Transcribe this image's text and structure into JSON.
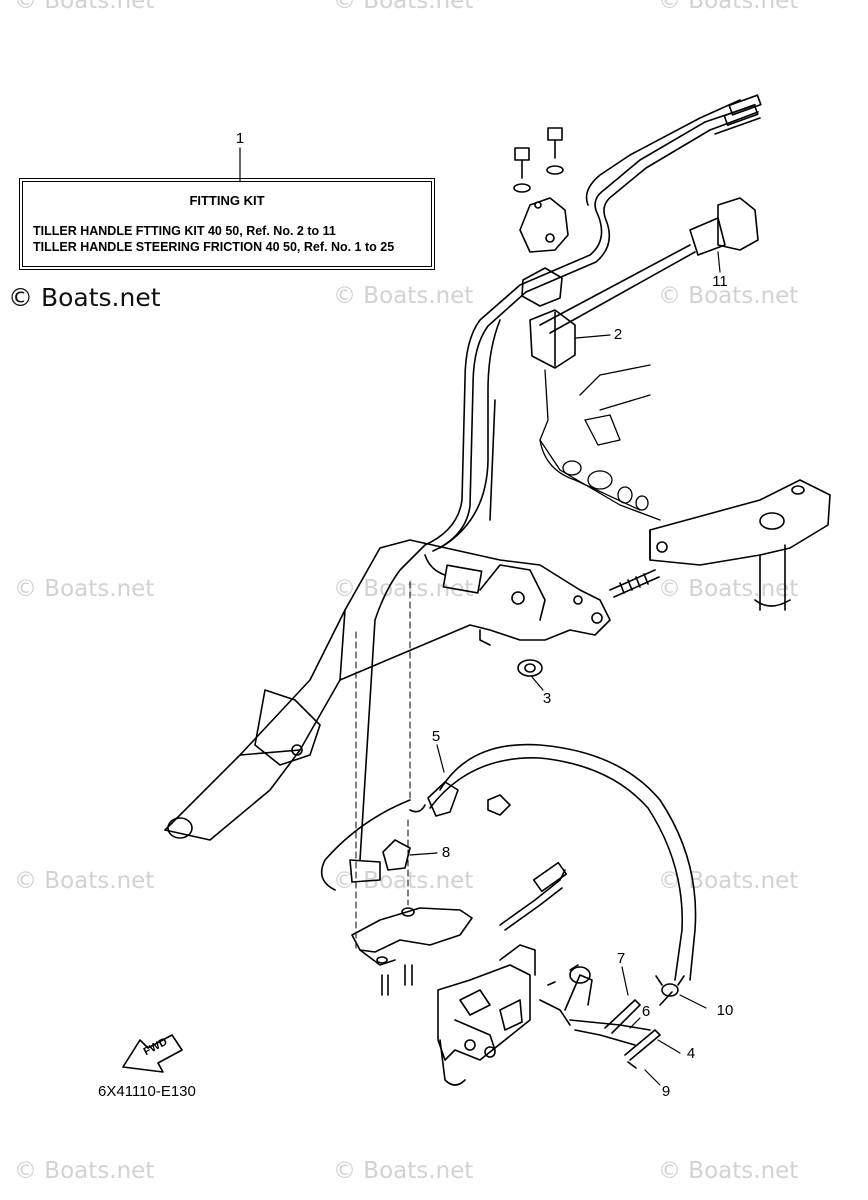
{
  "watermark": "© Boats.net",
  "fitting_kit": {
    "title": "FITTING KIT",
    "line1": "TILLER HANDLE FTTING KIT 40 50, Ref. No. 2 to 11",
    "line2": "TILLER HANDLE STEERING FRICTION 40 50, Ref. No. 1 to 25"
  },
  "callouts": {
    "c1": "1",
    "c2": "2",
    "c3": "3",
    "c4": "4",
    "c5": "5",
    "c6": "6",
    "c7": "7",
    "c8": "8",
    "c9": "9",
    "c10": "10",
    "c11": "11"
  },
  "fwd_label": "FWD",
  "diagram_code": "6X41110-E130"
}
